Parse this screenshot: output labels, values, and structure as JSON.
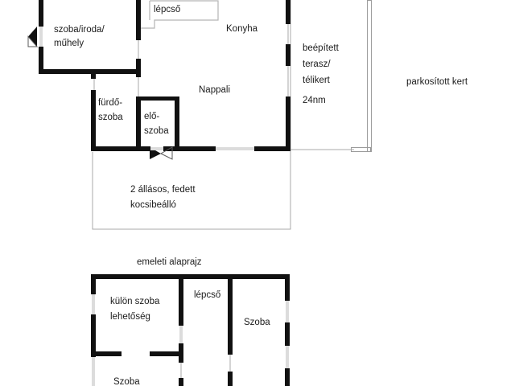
{
  "document": {
    "type": "floor-plan",
    "language": "hu",
    "background_color": "#ffffff",
    "wall_color": "#111111",
    "thin_wall_color": "#a9a9a9"
  },
  "ground_floor": {
    "rooms": [
      {
        "id": "szoba-iroda-muhely",
        "label_line1": "szoba/iroda/",
        "label_line2": "műhely"
      },
      {
        "id": "lepcso",
        "label": "lépcső"
      },
      {
        "id": "konyha",
        "label": "Konyha"
      },
      {
        "id": "nappali",
        "label": "Nappali"
      },
      {
        "id": "furdoszoba",
        "label_line1": "fürdő-",
        "label_line2": "szoba"
      },
      {
        "id": "eloszoba",
        "label_line1": "elő-",
        "label_line2": "szoba"
      },
      {
        "id": "terasz",
        "label_line1": "beépített",
        "label_line2": "terasz/",
        "label_line3": "télikert",
        "label_line4": "24nm"
      },
      {
        "id": "kocsibeallo",
        "label_line1": "2 állásos, fedett",
        "label_line2": "kocsibeálló"
      }
    ],
    "exterior": [
      {
        "id": "parkositott-kert",
        "label": "parkosított kert"
      }
    ]
  },
  "upper_floor": {
    "caption": "emeleti alaprajz",
    "rooms": [
      {
        "id": "kulon-szoba-lehetoseg",
        "label_line1": "külön szoba",
        "label_line2": "lehetőség"
      },
      {
        "id": "lepcso-emelet",
        "label": "lépcső"
      },
      {
        "id": "szoba-jobb",
        "label": "Szoba"
      },
      {
        "id": "szoba-bal-also",
        "label": "Szoba"
      }
    ]
  }
}
